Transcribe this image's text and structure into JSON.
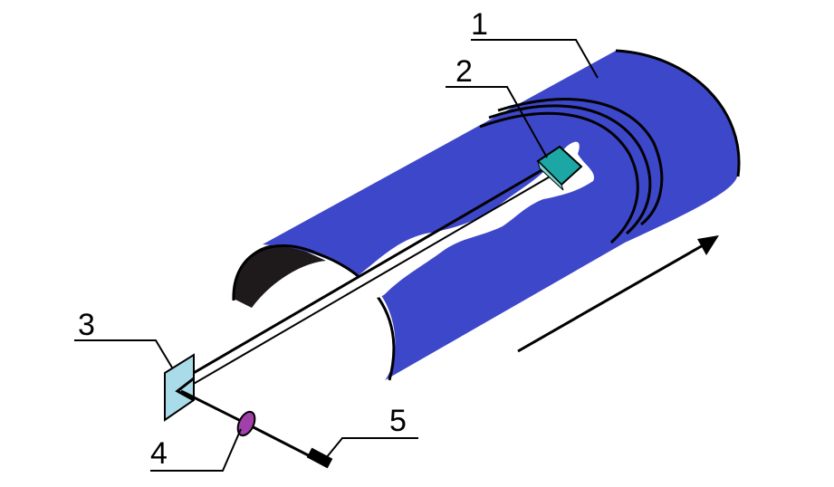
{
  "colors": {
    "drum": "#3d47c9",
    "drum_inner": "#1e1a1b",
    "cut": "#ffffff",
    "sensor_teal": "#1ca7a4",
    "sensor_teal_light": "#7fd6d2",
    "mirror": "#a9dbe9",
    "lens": "#a040a8",
    "ink": "#000000"
  },
  "callouts": [
    {
      "id": "1",
      "label": "1"
    },
    {
      "id": "2",
      "label": "2"
    },
    {
      "id": "3",
      "label": "3"
    },
    {
      "id": "4",
      "label": "4"
    },
    {
      "id": "5",
      "label": "5"
    }
  ],
  "icons": {
    "direction": "arrow-icon"
  }
}
